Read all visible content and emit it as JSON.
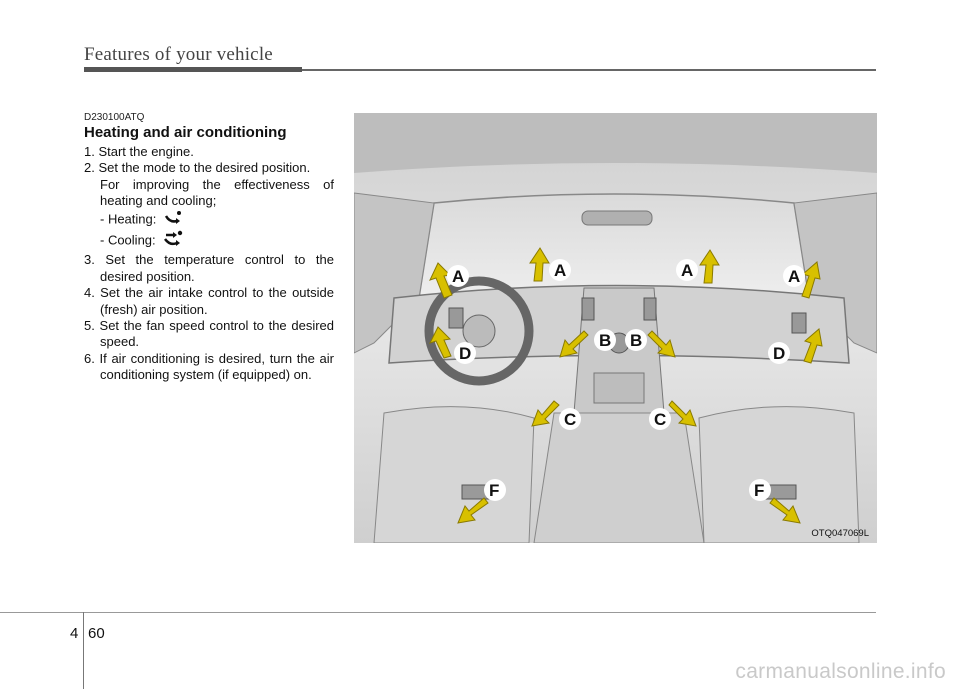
{
  "header": {
    "title": "Features of your vehicle"
  },
  "section": {
    "code": "D230100ATQ",
    "title": "Heating and air conditioning",
    "steps": [
      "1. Start the engine.",
      "2. Set the mode to the desired position.",
      "For improving the effectiveness of heating and cooling;",
      "- Heating:",
      "- Cooling:",
      "3. Set the temperature control to the desired position.",
      "4. Set the air intake control to the outside (fresh) air position.",
      "5. Set the fan speed control to the desired speed.",
      "6. If air conditioning is desired, turn the air conditioning system (if equipped) on."
    ],
    "heating_icon": "floor-mode-icon",
    "cooling_icon": "face-floor-mode-icon"
  },
  "figure": {
    "code": "OTQ047069L",
    "vent_labels": {
      "a": "A",
      "b": "B",
      "c": "C",
      "d": "D",
      "f": "F"
    },
    "arrow_color": "#d8c000"
  },
  "footer": {
    "chapter": "4",
    "page": "60"
  },
  "watermark": "carmanualsonline.info"
}
